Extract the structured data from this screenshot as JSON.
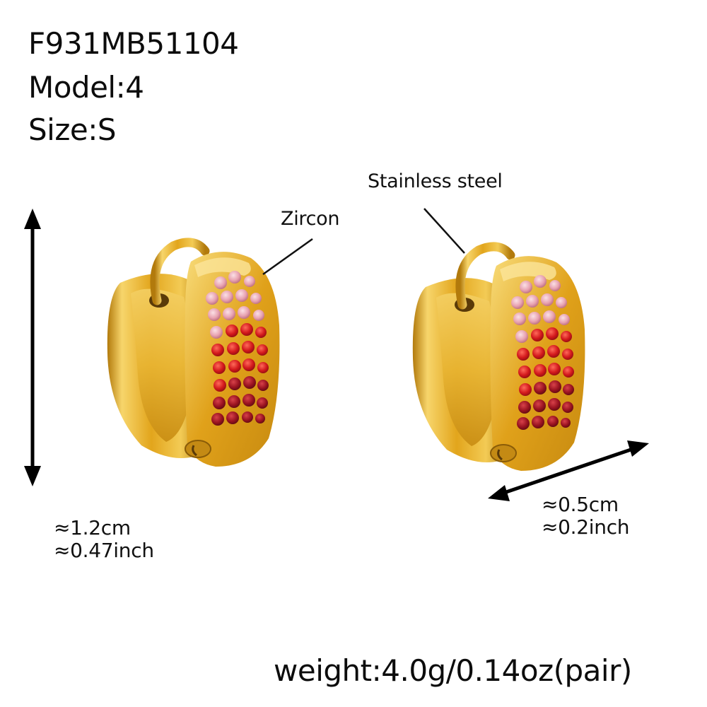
{
  "product": {
    "sku": "F931MB51104",
    "model_label": "Model:4",
    "size_label": "Size:S"
  },
  "callouts": {
    "zircon": "Zircon",
    "stainless_steel": "Stainless steel"
  },
  "measurements": {
    "height_cm": "≈1.2cm",
    "height_inch": "≈0.47inch",
    "width_cm": "≈0.5cm",
    "width_inch": "≈0.2inch"
  },
  "weight": "weight:4.0g/0.14oz(pair)",
  "colors": {
    "gold_light": "#f6d36a",
    "gold_mid": "#e3a81e",
    "gold_dark": "#a8700a",
    "stone_pink": "#e8a2b0",
    "stone_red": "#d3191c",
    "stone_dark_red": "#9a1320"
  }
}
